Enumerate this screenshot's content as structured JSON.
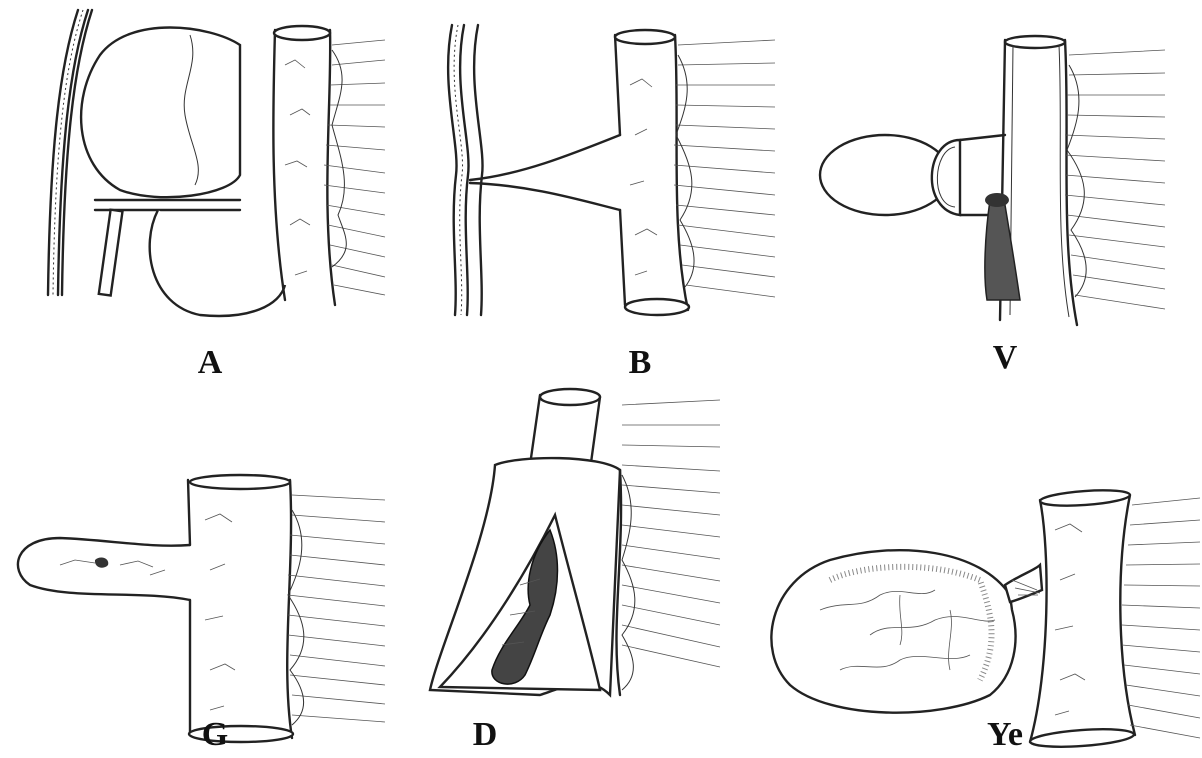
{
  "panels": [
    {
      "id": "A",
      "label": "A"
    },
    {
      "id": "B",
      "label": "B"
    },
    {
      "id": "V",
      "label": "V"
    },
    {
      "id": "G",
      "label": "G"
    },
    {
      "id": "D",
      "label": "D"
    },
    {
      "id": "Ye",
      "label": "Ye"
    }
  ],
  "colors": {
    "ink": "#222222",
    "background": "#ffffff"
  }
}
